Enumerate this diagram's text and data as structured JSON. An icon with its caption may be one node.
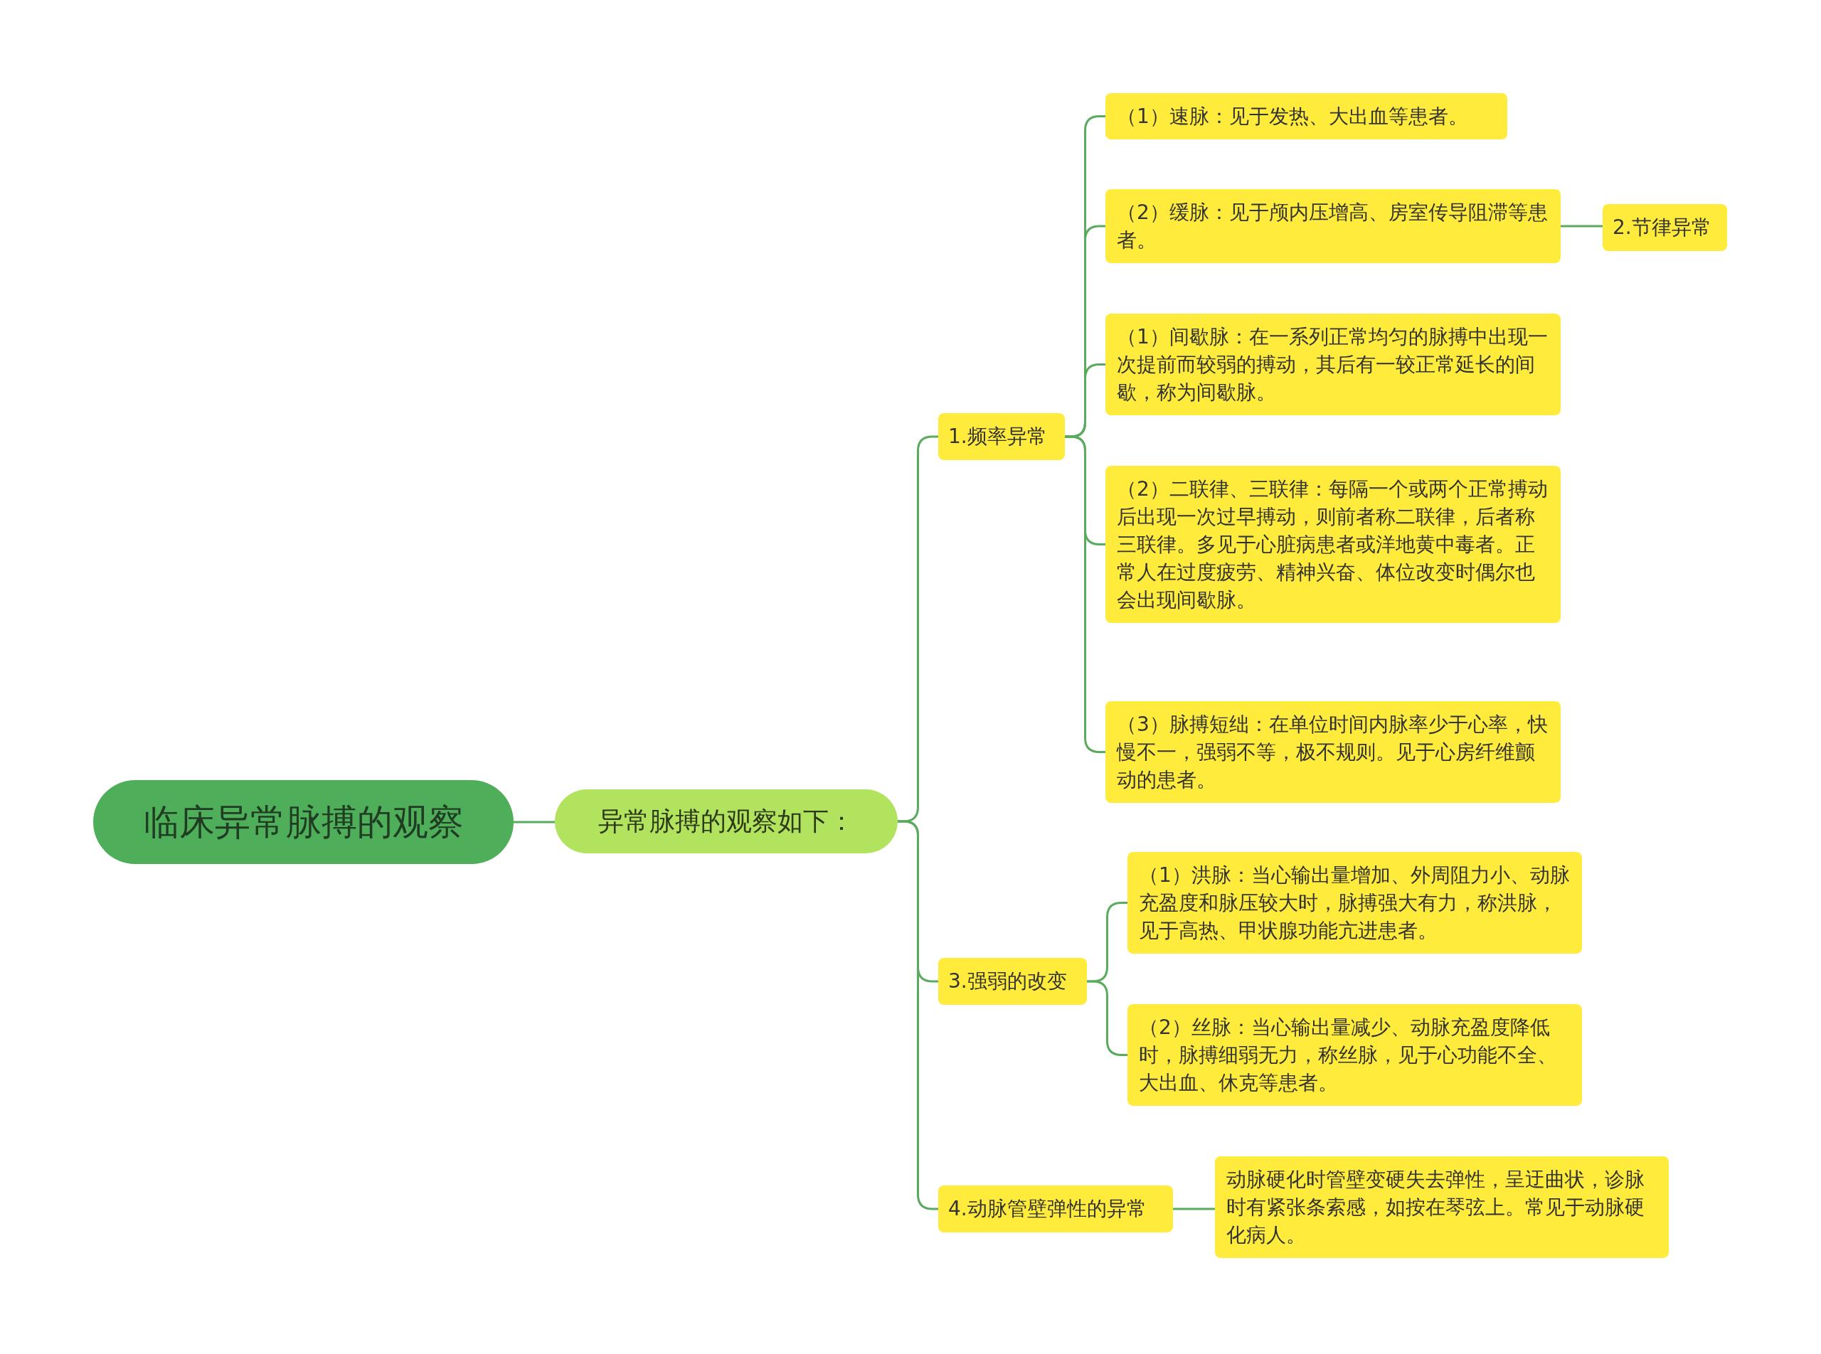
{
  "diagram": {
    "nodes": [
      {
        "text": [
          "临床异常脉搏的观察"
        ]
      },
      {
        "text": [
          "异常脉搏的观察如下："
        ]
      },
      {
        "text": [
          "1.频率异常"
        ]
      },
      {
        "text": [
          "（1）速脉：见于发热、大出血等患者。"
        ]
      },
      {
        "text": [
          "（2）缓脉：见于颅内压增高、房室传导阻滞等患者。"
        ]
      },
      {
        "text": [
          "2.节律异常"
        ]
      },
      {
        "text": [
          "（1）间歇脉：在一系列正常均匀的脉搏中出现一次提前而较弱的搏动，其后有一较正常延长的间歇，称为间歇脉。"
        ]
      },
      {
        "text": [
          "（2）二联律、三联律：每隔一个或两个正常搏动后出现一次过早搏动，则前者称二联律，后者称三联律。多见于心脏病患者或洋地黄中毒者。正常人在过度疲劳、精神兴奋、体位改变时偶尔也会出现间歇脉。"
        ]
      },
      {
        "text": [
          "（3）脉搏短绌：在单位时间内脉率少于心率，快慢不一，强弱不等，极不规则。见于心房纤维颤动的患者。"
        ]
      },
      {
        "text": [
          "3.强弱的改变"
        ]
      },
      {
        "text": [
          "（1）洪脉：当心输出量增加、外周阻力小、动脉充盈度和脉压较大时，脉搏强大有力，称洪脉，见于高热、甲状腺功能亢进患者。"
        ]
      },
      {
        "text": [
          "（2）丝脉：当心输出量减少、动脉充盈度降低时，脉搏细弱无力，称丝脉，见于心功能不全、大出血、休克等患者。"
        ]
      },
      {
        "text": [
          "4.动脉管壁弹性的异常"
        ]
      },
      {
        "text": [
          "动脉硬化时管壁变硬失去弹性，呈迂曲状，诊脉时有紧张条索感，如按在琴弦上。常见于动脉硬化病人。"
        ]
      }
    ],
    "edges": [
      {
        "from": 0,
        "to": 1,
        "arrow": "none"
      },
      {
        "from": 1,
        "to": 2,
        "arrow": "none"
      },
      {
        "from": 1,
        "to": 9,
        "arrow": "none"
      },
      {
        "from": 1,
        "to": 12,
        "arrow": "none"
      },
      {
        "from": 2,
        "to": 3,
        "arrow": "none"
      },
      {
        "from": 2,
        "to": 4,
        "arrow": "none"
      },
      {
        "from": 2,
        "to": 6,
        "arrow": "none"
      },
      {
        "from": 2,
        "to": 7,
        "arrow": "none"
      },
      {
        "from": 2,
        "to": 8,
        "arrow": "none"
      },
      {
        "from": 4,
        "to": 5,
        "arrow": "none"
      },
      {
        "from": 9,
        "to": 10,
        "arrow": "none"
      },
      {
        "from": 9,
        "to": 11,
        "arrow": "none"
      },
      {
        "from": 12,
        "to": 13,
        "arrow": "none"
      }
    ]
  }
}
